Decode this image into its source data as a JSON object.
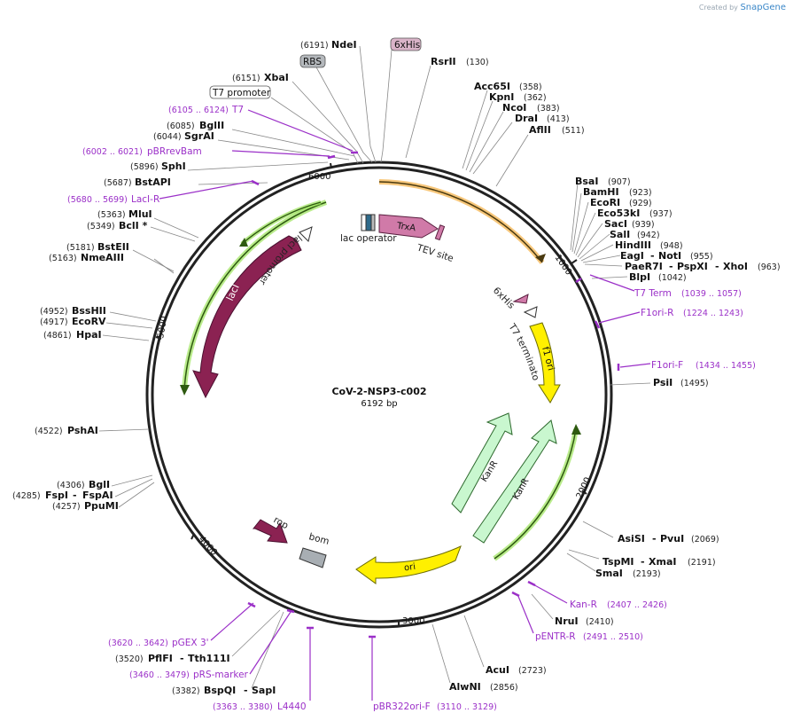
{
  "credit": {
    "prefix": "Created by",
    "brand": "SnapGene"
  },
  "plasmid": {
    "name": "CoV-2-NSP3-c002",
    "length_label": "6192 bp"
  },
  "ticks": [
    "1000",
    "2000",
    "3000",
    "4000",
    "5000",
    "6000"
  ],
  "enzymes": [
    {
      "name": "NdeI",
      "pos": "(6191)"
    },
    {
      "name": "RsrII",
      "pos": "(130)"
    },
    {
      "name": "XbaI",
      "pos": "(6151)"
    },
    {
      "name": "Acc65I",
      "pos": "(358)"
    },
    {
      "name": "KpnI",
      "pos": "(362)"
    },
    {
      "name": "NcoI",
      "pos": "(383)"
    },
    {
      "name": "DraI",
      "pos": "(413)"
    },
    {
      "name": "AflII",
      "pos": "(511)"
    },
    {
      "name": "BglII",
      "pos": "(6085)"
    },
    {
      "name": "SgrAI",
      "pos": "(6044)"
    },
    {
      "name": "SphI",
      "pos": "(5896)"
    },
    {
      "name": "BstAPI",
      "pos": "(5687)"
    },
    {
      "name": "MluI",
      "pos": "(5363)"
    },
    {
      "name": "BclI *",
      "pos": "(5349)"
    },
    {
      "name": "BstEII",
      "pos": "(5181)"
    },
    {
      "name": "NmeAIII",
      "pos": "(5163)"
    },
    {
      "name": "BssHII",
      "pos": "(4952)"
    },
    {
      "name": "EcoRV",
      "pos": "(4917)"
    },
    {
      "name": "HpaI",
      "pos": "(4861)"
    },
    {
      "name": "PshAI",
      "pos": "(4522)"
    },
    {
      "name": "BglI",
      "pos": "(4306)"
    },
    {
      "name": "FspI",
      "pos": "(4285)"
    },
    {
      "name": "FspAI",
      "pos": ""
    },
    {
      "name": "PpuMI",
      "pos": "(4257)"
    },
    {
      "name": "BsaI",
      "pos": "(907)"
    },
    {
      "name": "BamHI",
      "pos": "(923)"
    },
    {
      "name": "EcoRI",
      "pos": "(929)"
    },
    {
      "name": "Eco53kI",
      "pos": "(937)"
    },
    {
      "name": "SacI",
      "pos": "(939)"
    },
    {
      "name": "SalI",
      "pos": "(942)"
    },
    {
      "name": "HindIII",
      "pos": "(948)"
    },
    {
      "name": "EagI",
      "pos": ""
    },
    {
      "name": "NotI",
      "pos": "(955)"
    },
    {
      "name": "PaeR7I",
      "pos": ""
    },
    {
      "name": "PspXI",
      "pos": ""
    },
    {
      "name": "XhoI",
      "pos": "(963)"
    },
    {
      "name": "BlpI",
      "pos": "(1042)"
    },
    {
      "name": "PsiI",
      "pos": "(1495)"
    },
    {
      "name": "AsiSI",
      "pos": ""
    },
    {
      "name": "PvuI",
      "pos": "(2069)"
    },
    {
      "name": "TspMI",
      "pos": ""
    },
    {
      "name": "XmaI",
      "pos": "(2191)"
    },
    {
      "name": "SmaI",
      "pos": "(2193)"
    },
    {
      "name": "NruI",
      "pos": "(2410)"
    },
    {
      "name": "AcuI",
      "pos": "(2723)"
    },
    {
      "name": "AlwNI",
      "pos": "(2856)"
    },
    {
      "name": "PflFI",
      "pos": "(3520)"
    },
    {
      "name": "Tth111I",
      "pos": ""
    },
    {
      "name": "BspQI",
      "pos": "(3382)"
    },
    {
      "name": "SapI",
      "pos": ""
    }
  ],
  "primers": [
    {
      "name": "T7",
      "pos": "(6105 .. 6124)"
    },
    {
      "name": "pBRrevBam",
      "pos": "(6002 .. 6021)"
    },
    {
      "name": "LacI-R",
      "pos": "(5680 .. 5699)"
    },
    {
      "name": "T7 Term",
      "pos": "(1039 .. 1057)"
    },
    {
      "name": "F1ori-R",
      "pos": "(1224 .. 1243)"
    },
    {
      "name": "F1ori-F",
      "pos": "(1434 .. 1455)"
    },
    {
      "name": "Kan-R",
      "pos": "(2407 .. 2426)"
    },
    {
      "name": "pENTR-R",
      "pos": "(2491 .. 2510)"
    },
    {
      "name": "pGEX 3'",
      "pos": "(3620 .. 3642)"
    },
    {
      "name": "pRS-marker",
      "pos": "(3460 .. 3479)"
    },
    {
      "name": "L4440",
      "pos": "(3363 .. 3380)"
    },
    {
      "name": "pBR322ori-F",
      "pos": "(3110 .. 3129)"
    }
  ],
  "boxed_labels": [
    {
      "name": "6xHis",
      "color": "#d9b3c8"
    },
    {
      "name": "RBS",
      "color": "#b4b8bc"
    },
    {
      "name": "T7 promoter",
      "color": "#ffffff"
    }
  ],
  "features": {
    "lac_operator": "lac operator",
    "trxa": "TrxA",
    "tev": "TEV site",
    "his": "6xHis",
    "t7_term": "T7 terminator",
    "f1_ori": "f1 ori",
    "kanr_inner": "KanR",
    "kanr_outer": "KanR",
    "ori": "ori",
    "rop": "rop",
    "bom": "bom",
    "laci": "lacI",
    "laci_promoter": "lacI promoter"
  },
  "colors": {
    "laci": "#8b2252",
    "trxa": "#d07aa8",
    "f1ori": "#fff000",
    "ori": "#fff000",
    "kanr": "#c9f7cf",
    "rop": "#8b2252",
    "bom": "#a8aeb3",
    "primer": "#9b30c8",
    "highlight_green": "#9be35a",
    "highlight_orange": "#f5b95a"
  }
}
